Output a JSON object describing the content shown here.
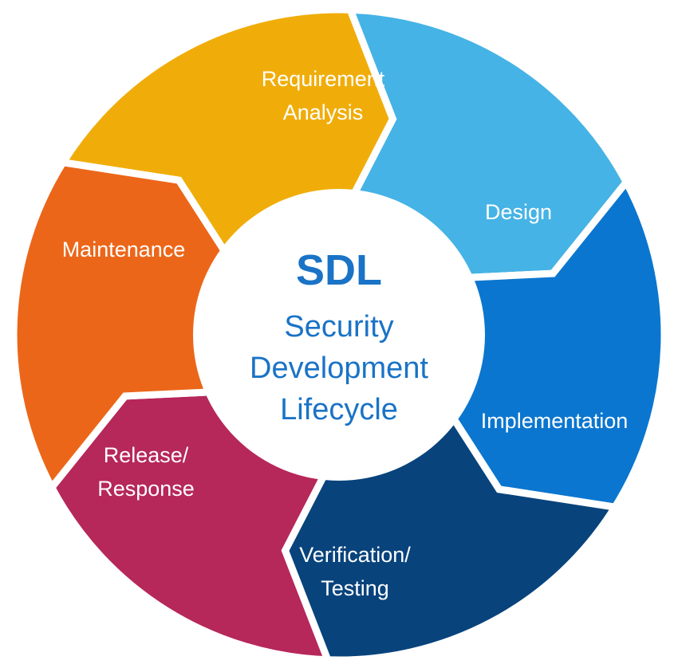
{
  "center": {
    "title": "SDL",
    "subtitle_lines": [
      "Security",
      "Development",
      "Lifecycle"
    ]
  },
  "colors": {
    "center_text": "#1a73c6",
    "center_fill": "#ffffff",
    "gap": "#ffffff"
  },
  "phases": [
    {
      "id": "requirement-analysis",
      "lines": [
        "Requirement",
        "Analysis"
      ],
      "color": "#f0ad0a"
    },
    {
      "id": "design",
      "lines": [
        "Design"
      ],
      "color": "#45b3e5"
    },
    {
      "id": "implementation",
      "lines": [
        "Implementation"
      ],
      "color": "#0b76cf"
    },
    {
      "id": "verification-testing",
      "lines": [
        "Verification/",
        "Testing"
      ],
      "color": "#08437c"
    },
    {
      "id": "release-response",
      "lines": [
        "Release/",
        "Response"
      ],
      "color": "#b6275a"
    },
    {
      "id": "maintenance",
      "lines": [
        "Maintenance"
      ],
      "color": "#ec6619"
    }
  ]
}
